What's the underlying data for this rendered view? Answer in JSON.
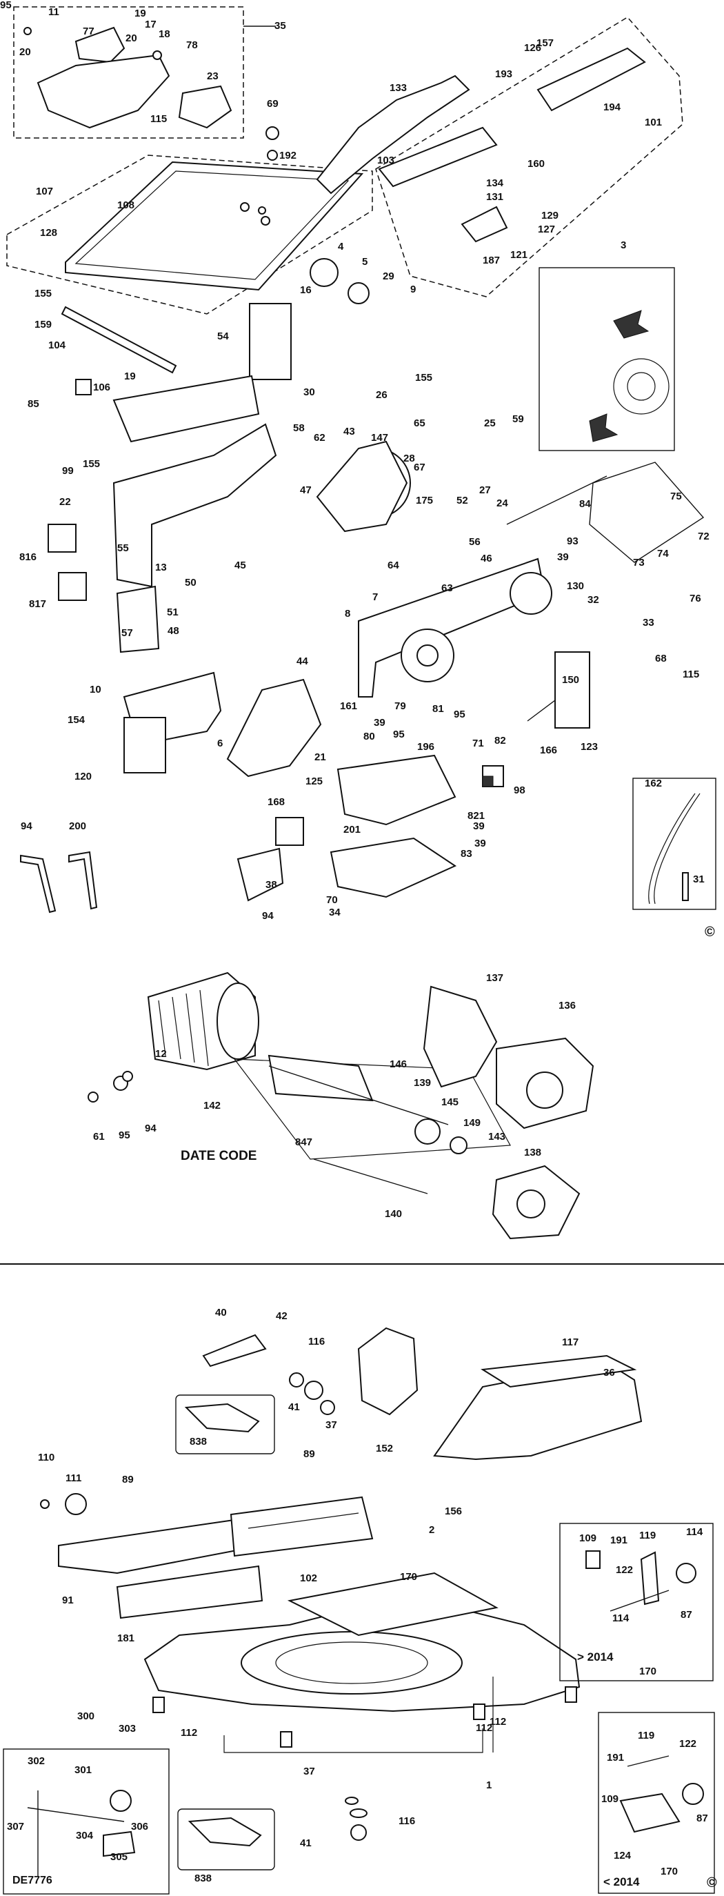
{
  "diagram": {
    "top_labels": [
      "35",
      "11",
      "20",
      "77",
      "19",
      "17",
      "20",
      "18",
      "78",
      "23",
      "115",
      "126",
      "157",
      "133",
      "193",
      "194",
      "101",
      "69",
      "192",
      "103",
      "107",
      "108",
      "128",
      "134",
      "131",
      "160",
      "129",
      "127",
      "187",
      "121",
      "3",
      "4",
      "5",
      "29",
      "9",
      "155",
      "16",
      "159",
      "104",
      "54",
      "85",
      "19",
      "106",
      "30",
      "26",
      "155",
      "65",
      "25",
      "59",
      "58",
      "62",
      "43",
      "147",
      "28",
      "67",
      "99",
      "155",
      "47",
      "175",
      "52",
      "27",
      "84",
      "75",
      "72",
      "22",
      "55",
      "24",
      "93",
      "39",
      "73",
      "74",
      "56",
      "46",
      "816",
      "13",
      "64",
      "63",
      "76",
      "45",
      "50",
      "51",
      "48",
      "817",
      "8",
      "7",
      "130",
      "32",
      "57",
      "33",
      "68",
      "44",
      "115",
      "150",
      "10",
      "161",
      "79",
      "81",
      "95",
      "154",
      "6",
      "39",
      "95",
      "196",
      "71",
      "82",
      "166",
      "123",
      "120",
      "21",
      "80",
      "162",
      "125",
      "168",
      "98",
      "821",
      "39",
      "94",
      "200",
      "201",
      "39",
      "83",
      "38",
      "31",
      "70",
      "94",
      "34",
      "95"
    ],
    "motor_labels": [
      "137",
      "136",
      "146",
      "139",
      "145",
      "149",
      "12",
      "61",
      "95",
      "94",
      "142",
      "847",
      "143",
      "138",
      "140"
    ],
    "date_code": "DATE CODE",
    "bottom_labels": [
      "40",
      "42",
      "117",
      "116",
      "36",
      "41",
      "37",
      "152",
      "838",
      "89",
      "110",
      "111",
      "89",
      "156",
      "2",
      "109",
      "191",
      "119",
      "114",
      "122",
      "91",
      "181",
      "102",
      "170",
      "114",
      "87",
      "170",
      "300",
      "303",
      "112",
      "112",
      "112",
      "302",
      "301",
      "307",
      "306",
      "304",
      "305",
      "1",
      "37",
      "116",
      "41",
      "838",
      "119",
      "122",
      "191",
      "109",
      "87",
      "124",
      "170"
    ],
    "box_2014_new": "> 2014",
    "box_2014_old": "< 2014",
    "box_de": "DE7776",
    "copyright_top": "©",
    "copyright_bottom": "©"
  }
}
